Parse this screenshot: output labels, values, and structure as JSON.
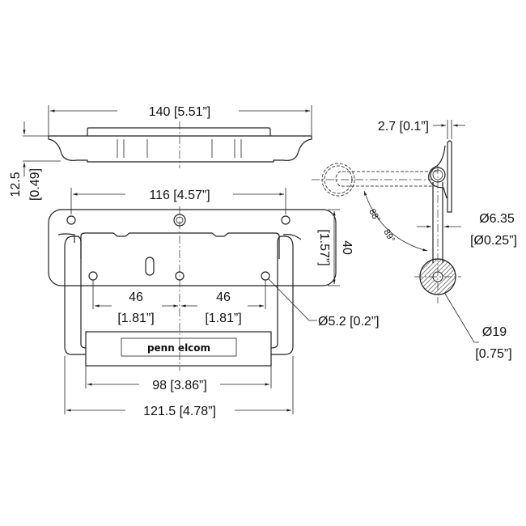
{
  "dimensions": {
    "overall_width": "140 [5.51”]",
    "height_mm": "12.5",
    "height_in": "[0.49]",
    "hole_spacing_top": "116 [4.57”]",
    "plate_depth_mm": "40",
    "plate_depth_in": "[1.57”]",
    "hole_spacing_left_mm": "46",
    "hole_spacing_left_in": "[1.81”]",
    "hole_spacing_right_mm": "46",
    "hole_spacing_right_in": "[1.81”]",
    "hole_diameter": "Ø5.2 [0.2”]",
    "grip_length": "98 [3.86”]",
    "handle_width": "121.5 [4.78”]",
    "plate_thickness": "2.7 [0.1”]",
    "rod_diameter_mm": "Ø6.35",
    "rod_diameter_in": "[Ø0.25”]",
    "grip_diameter_mm": "Ø19",
    "grip_diameter_in": "[0.75”]",
    "angle_a": "88°",
    "angle_b": "89°"
  },
  "logo": "penn elcom"
}
